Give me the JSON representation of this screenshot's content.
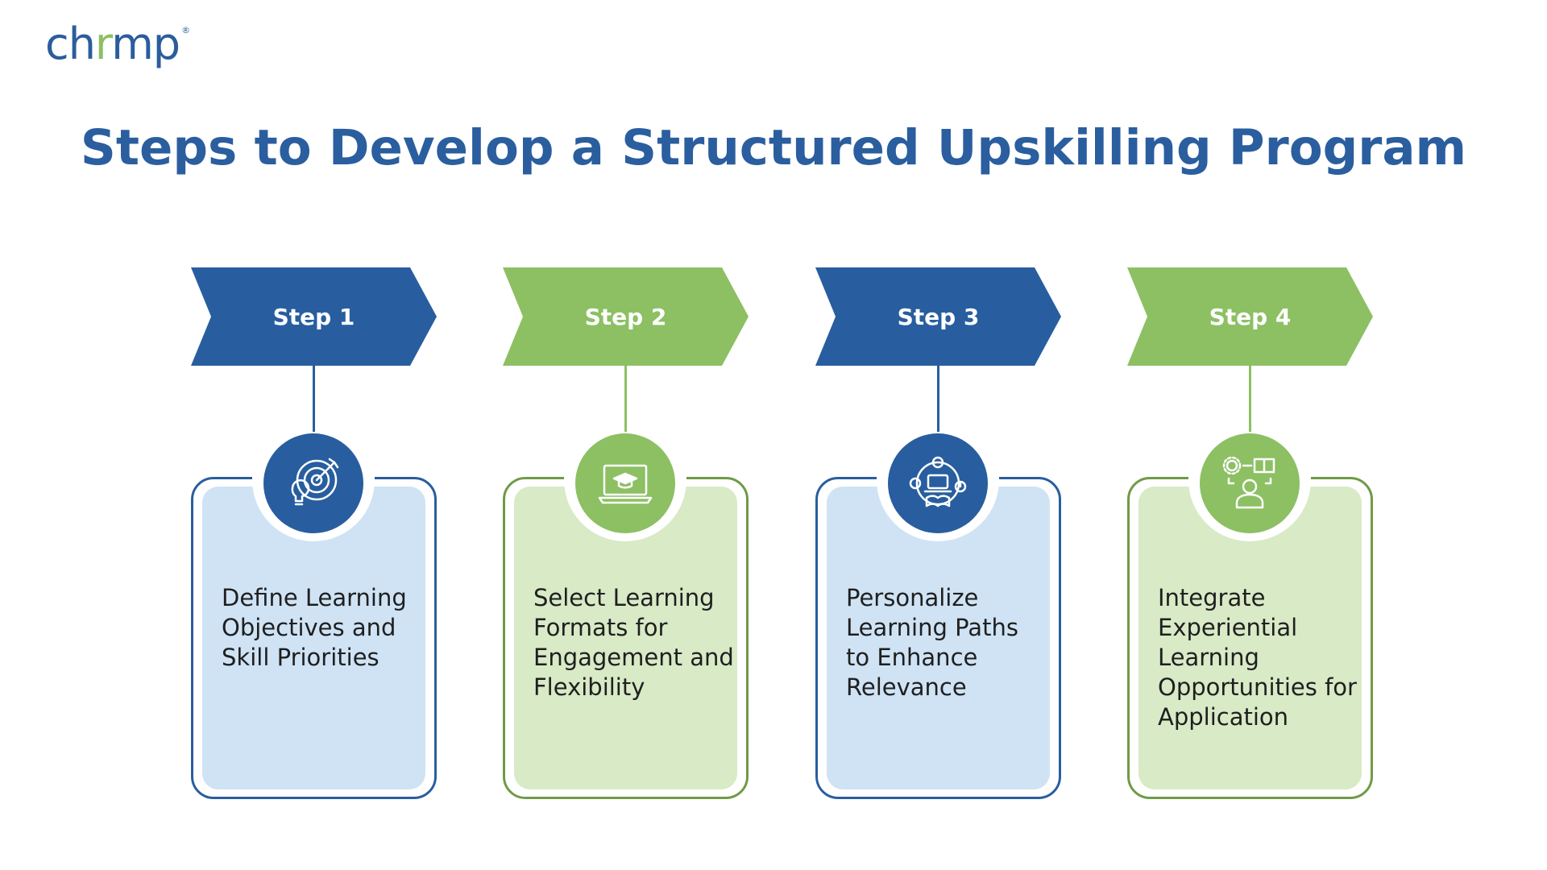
{
  "logo": {
    "text_main_1": "ch",
    "text_accent": "r",
    "text_main_2": "mp",
    "mark": "®"
  },
  "title": "Steps to Develop a Structured Upskilling Program",
  "colors": {
    "blue": "#285e9f",
    "green": "#8cc063",
    "light_blue": "#cfe3f5",
    "light_green": "#d8eac6"
  },
  "steps": [
    {
      "label": "Step 1",
      "text": "Define Learning Objectives and Skill Priorities",
      "icon": "target-bulb-icon",
      "theme": "blue"
    },
    {
      "label": "Step 2",
      "text": "Select Learning Formats for Engagement and Flexibility",
      "icon": "laptop-graduation-cap-icon",
      "theme": "green"
    },
    {
      "label": "Step 3",
      "text": "Personalize Learning Paths to Enhance Relevance",
      "icon": "personalized-learning-icon",
      "theme": "blue"
    },
    {
      "label": "Step 4",
      "text": "Integrate Experiential Learning Opportunities for Application",
      "icon": "experiential-learning-icon",
      "theme": "green"
    }
  ]
}
